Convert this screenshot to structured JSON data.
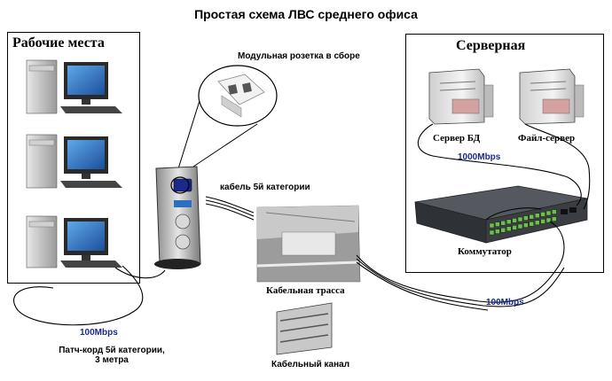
{
  "title": "Простая схема ЛВС среднего офиса",
  "workstations": {
    "title": "Рабочие места",
    "count": 3
  },
  "server_room": {
    "title": "Серверная",
    "servers": [
      "Сервер БД",
      "Файл-сервер"
    ]
  },
  "labels": {
    "modular_socket": "Модульная розетка в сборе",
    "cable_cat5": "кабель 5й категории",
    "cable_route": "Кабельная трасса",
    "cable_channel": "Кабельный канал",
    "switch": "Коммутатор",
    "patch_cord_line1": "Патч-корд 5й категории,",
    "patch_cord_line2": "3 метра"
  },
  "speeds": {
    "server_link": "1000Mbps",
    "switch_link": "100Mbps",
    "workstation_link": "100Mbps"
  },
  "colors": {
    "speed_text": "#1b2a8a",
    "switch_body": "#3a3d42",
    "port_green": "#6cc04a"
  }
}
